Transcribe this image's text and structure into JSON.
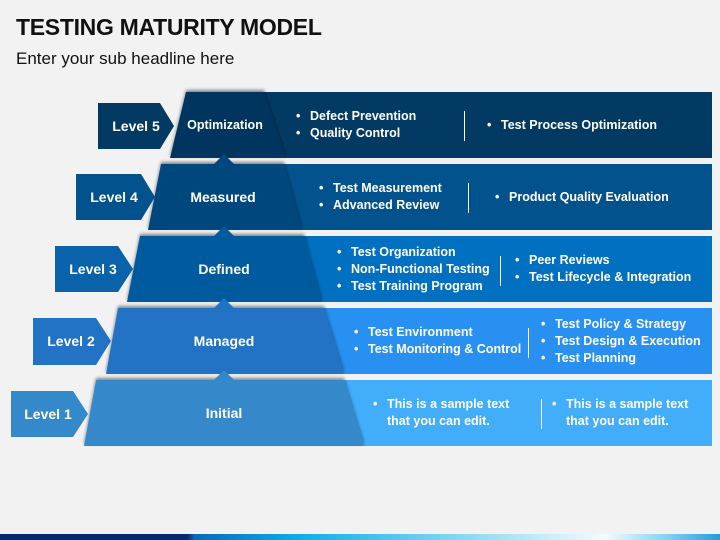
{
  "header": {
    "title": "TESTING MATURITY MODEL",
    "subtitle": "Enter your sub headline here"
  },
  "colors": {
    "level5": "#033a63",
    "level4": "#02528e",
    "level3": "#0270c0",
    "level2": "#2790f0",
    "level1": "#42adfb",
    "pyramid5": "#03365e",
    "pyramid4": "#03477e",
    "pyramid3": "#045a9e",
    "pyramid2": "#2272c6",
    "pyramid1": "#3489cb"
  },
  "levels": [
    {
      "tag": "Level 5",
      "name": "Optimization",
      "left_items": [
        "Defect Prevention",
        "Quality Control"
      ],
      "right_items": [
        "Test Process Optimization"
      ]
    },
    {
      "tag": "Level 4",
      "name": "Measured",
      "left_items": [
        "Test Measurement",
        "Advanced Review"
      ],
      "right_items": [
        "Product Quality Evaluation"
      ]
    },
    {
      "tag": "Level 3",
      "name": "Defined",
      "left_items": [
        "Test Organization",
        "Non-Functional Testing",
        "Test Training Program"
      ],
      "right_items": [
        "Peer Reviews",
        "Test Lifecycle & Integration"
      ]
    },
    {
      "tag": "Level 2",
      "name": "Managed",
      "left_items": [
        "Test Environment",
        "Test Monitoring & Control"
      ],
      "right_items": [
        "Test Policy & Strategy",
        "Test Design & Execution",
        "Test Planning"
      ]
    },
    {
      "tag": "Level 1",
      "name": "Initial",
      "left_items": [
        "This is a sample text that you can edit."
      ],
      "right_items": [
        "This is a sample text that you can edit."
      ]
    }
  ]
}
